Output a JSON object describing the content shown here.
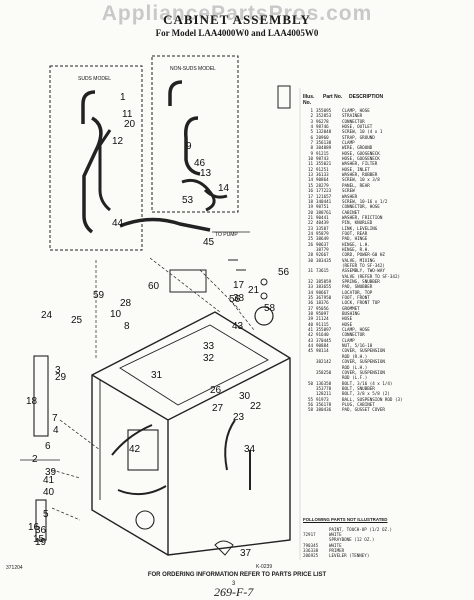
{
  "watermark": "AppliancePartsPros.com",
  "title": "CABINET ASSEMBLY",
  "model_line": "For Model LAA4000W0 and LAA4005W0",
  "insets": {
    "suds_label": "SUDS MODEL",
    "non_suds_label": "NON-SUDS MODEL",
    "to_pump": "TO PUMP"
  },
  "callouts": [
    "1",
    "11",
    "20",
    "12",
    "46",
    "9",
    "13",
    "14",
    "53",
    "44",
    "45",
    "60",
    "59",
    "28",
    "10",
    "8",
    "25",
    "24",
    "56",
    "58",
    "17",
    "56",
    "38",
    "21",
    "43",
    "33",
    "32",
    "26",
    "27",
    "30",
    "22",
    "23",
    "34",
    "31",
    "3",
    "29",
    "7",
    "4",
    "6",
    "2",
    "42",
    "39",
    "41",
    "40",
    "18",
    "5",
    "36",
    "19",
    "16",
    "15",
    "37"
  ],
  "parts_header": {
    "illus": "Illus. No.",
    "part": "Part No.",
    "description": "DESCRIPTION"
  },
  "parts": [
    [
      "1",
      "355095",
      "CLAMP, HOSE"
    ],
    [
      "2",
      "352853",
      "STRAINER"
    ],
    [
      "3",
      "96278",
      "CONNECTOR"
    ],
    [
      "4",
      "98746",
      "HOSE, OUTLET"
    ],
    [
      "5",
      "132048",
      "SCREW, 10 (4 x 1"
    ],
    [
      "6",
      "20960",
      "STRAP, GROUND"
    ],
    [
      "7",
      "356138",
      "CLAMP"
    ],
    [
      "8",
      "304889",
      "WIRE, GROUND"
    ],
    [
      "9",
      "91215",
      "HOSE, GOOSENECK"
    ],
    [
      "10",
      "98743",
      "HOSE, GOOSENECK"
    ],
    [
      "11",
      "355021",
      "WASHER, FILTER"
    ],
    [
      "12",
      "91251",
      "HOSE, INLET"
    ],
    [
      "13",
      "36133",
      "WASHER, RUBBER"
    ],
    [
      "14",
      "90864",
      "SCREW, 10 x 3/8"
    ],
    [
      "15",
      "28279",
      "PANEL, REAR"
    ],
    [
      "16",
      "177223",
      "SCREW"
    ],
    [
      "17",
      "121657",
      "WASHER"
    ],
    [
      "18",
      "340441",
      "SCREW, 10-16 x 1/2"
    ],
    [
      "19",
      "98751",
      "CONNECTOR, HOSE"
    ],
    [
      "20",
      "388761",
      "CABINET"
    ],
    [
      "21",
      "90441",
      "WASHER, FRICTION"
    ],
    [
      "22",
      "40439",
      "PIN, KNURLED"
    ],
    [
      "23",
      "33587",
      "LINK, LEVELING"
    ],
    [
      "24",
      "95879",
      "FOOT, REAR"
    ],
    [
      "25",
      "38649",
      "PAD, HINGE"
    ],
    [
      "26",
      "90637",
      "HINGE, L.H."
    ],
    [
      "",
      "38779",
      "HINGE, R.H."
    ],
    [
      "28",
      "92667",
      "CORD, POWER-60 HZ"
    ],
    [
      "30",
      "383435",
      "VALVE, MIXING"
    ],
    [
      "",
      "",
      "(REFER TO SF-342)"
    ],
    [
      "31",
      "73615",
      "ASSEMBLY, TWO-WAY"
    ],
    [
      "",
      "",
      "VALVE (REFER TO SF-342)"
    ],
    [
      "32",
      "385859",
      "SPRING, SNUBBER"
    ],
    [
      "33",
      "383655",
      "PAD, SNUBBER"
    ],
    [
      "34",
      "98667",
      "LOCATOR, TOP"
    ],
    [
      "35",
      "367950",
      "FOOT, FRONT"
    ],
    [
      "36",
      "18376",
      "LOCK, FRONT TOP"
    ],
    [
      "37",
      "95056",
      "GROMMET"
    ],
    [
      "38",
      "95097",
      "BUSHING"
    ],
    [
      "39",
      "21124",
      "HOSE"
    ],
    [
      "40",
      "91115",
      "HOSE"
    ],
    [
      "41",
      "355097",
      "CLAMP, HOSE"
    ],
    [
      "42",
      "91640",
      "CONNECTOR"
    ],
    [
      "43",
      "370445",
      "CLAMP"
    ],
    [
      "44",
      "90884",
      "NUT, 5/16-18"
    ],
    [
      "45",
      "98114",
      "COVER, SUSPENSION"
    ],
    [
      "",
      "",
      "ROD (R.H.)"
    ],
    [
      "",
      "382142",
      "COVER, SUSPENSION"
    ],
    [
      "",
      "",
      "ROD (L.H.)"
    ],
    [
      "",
      "358250",
      "COVER, SUSPENSION"
    ],
    [
      "",
      "",
      "ROD (L.F.)"
    ],
    [
      "50",
      "136358",
      "BOLT, 3/16 (4 x 1/4)"
    ],
    [
      "",
      "353778",
      "BOLT, SNUBBER"
    ],
    [
      "",
      "128211",
      "BOLT, 3/8 x 5/8 (2)"
    ],
    [
      "55",
      "91973",
      "BALL, SUSPENSION ROD (3)"
    ],
    [
      "56",
      "356178",
      "PLUG, CABINET"
    ],
    [
      "58",
      "380436",
      "PAD, GUSSET COVER"
    ]
  ],
  "not_illustrated_heading": "FOLLOWING PARTS NOT ILLUSTRATED",
  "not_illustrated": [
    [
      "",
      "PAINT, TOUCH-UP (1/2 OZ.)"
    ],
    [
      "72917",
      "WHITE"
    ],
    [
      "",
      "SPRAYBONE (12 OZ.)"
    ],
    [
      "790345",
      "WHITE"
    ],
    [
      "336338",
      "PRIMER"
    ],
    [
      "206925",
      "LEVELER (TENNEY)"
    ]
  ],
  "diagram_code": "K-0239",
  "doc_code": "371204",
  "order_note": "FOR ORDERING INFORMATION REFER TO PARTS PRICE LIST",
  "page_number": "3",
  "handwritten": "269-F-7"
}
